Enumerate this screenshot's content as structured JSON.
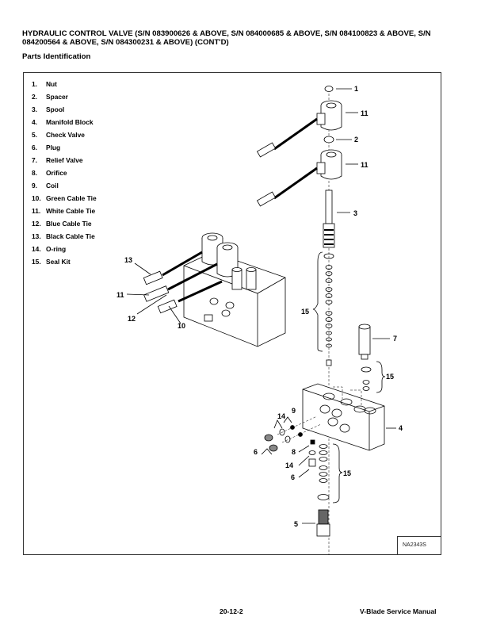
{
  "header": {
    "title": "HYDRAULIC CONTROL VALVE (S/N 083900626 & ABOVE, S/N 084000685 & ABOVE, S/N 084100823 & ABOVE, S/N 084200564 & ABOVE, S/N 084300231 & ABOVE) (CONT'D)",
    "subtitle": "Parts Identification"
  },
  "legend": [
    {
      "num": "1.",
      "label": "Nut"
    },
    {
      "num": "2.",
      "label": "Spacer"
    },
    {
      "num": "3.",
      "label": "Spool"
    },
    {
      "num": "4.",
      "label": "Manifold Block"
    },
    {
      "num": "5.",
      "label": "Check Valve"
    },
    {
      "num": "6.",
      "label": "Plug"
    },
    {
      "num": "7.",
      "label": "Relief Valve"
    },
    {
      "num": "8.",
      "label": "Orifice"
    },
    {
      "num": "9.",
      "label": "Coil"
    },
    {
      "num": "10.",
      "label": "Green Cable Tie"
    },
    {
      "num": "11.",
      "label": "White Cable Tie"
    },
    {
      "num": "12.",
      "label": "Blue Cable Tie"
    },
    {
      "num": "13.",
      "label": "Black Cable Tie"
    },
    {
      "num": "14.",
      "label": "O-ring"
    },
    {
      "num": "15.",
      "label": "Seal Kit"
    }
  ],
  "callouts": {
    "c1": "1",
    "c11a": "11",
    "c2": "2",
    "c11b": "11",
    "c3": "3",
    "c13": "13",
    "c11c": "11",
    "c12": "12",
    "c10": "10",
    "c15a": "15",
    "c7": "7",
    "c15b": "15",
    "c9": "9",
    "c14a": "14",
    "c4": "4",
    "c6a": "6",
    "c8": "8",
    "c14b": "14",
    "c6b": "6",
    "c15c": "15",
    "c5": "5"
  },
  "figure_id": "NA2343S",
  "footer": {
    "page": "20-12-2",
    "manual": "V-Blade Service Manual"
  }
}
